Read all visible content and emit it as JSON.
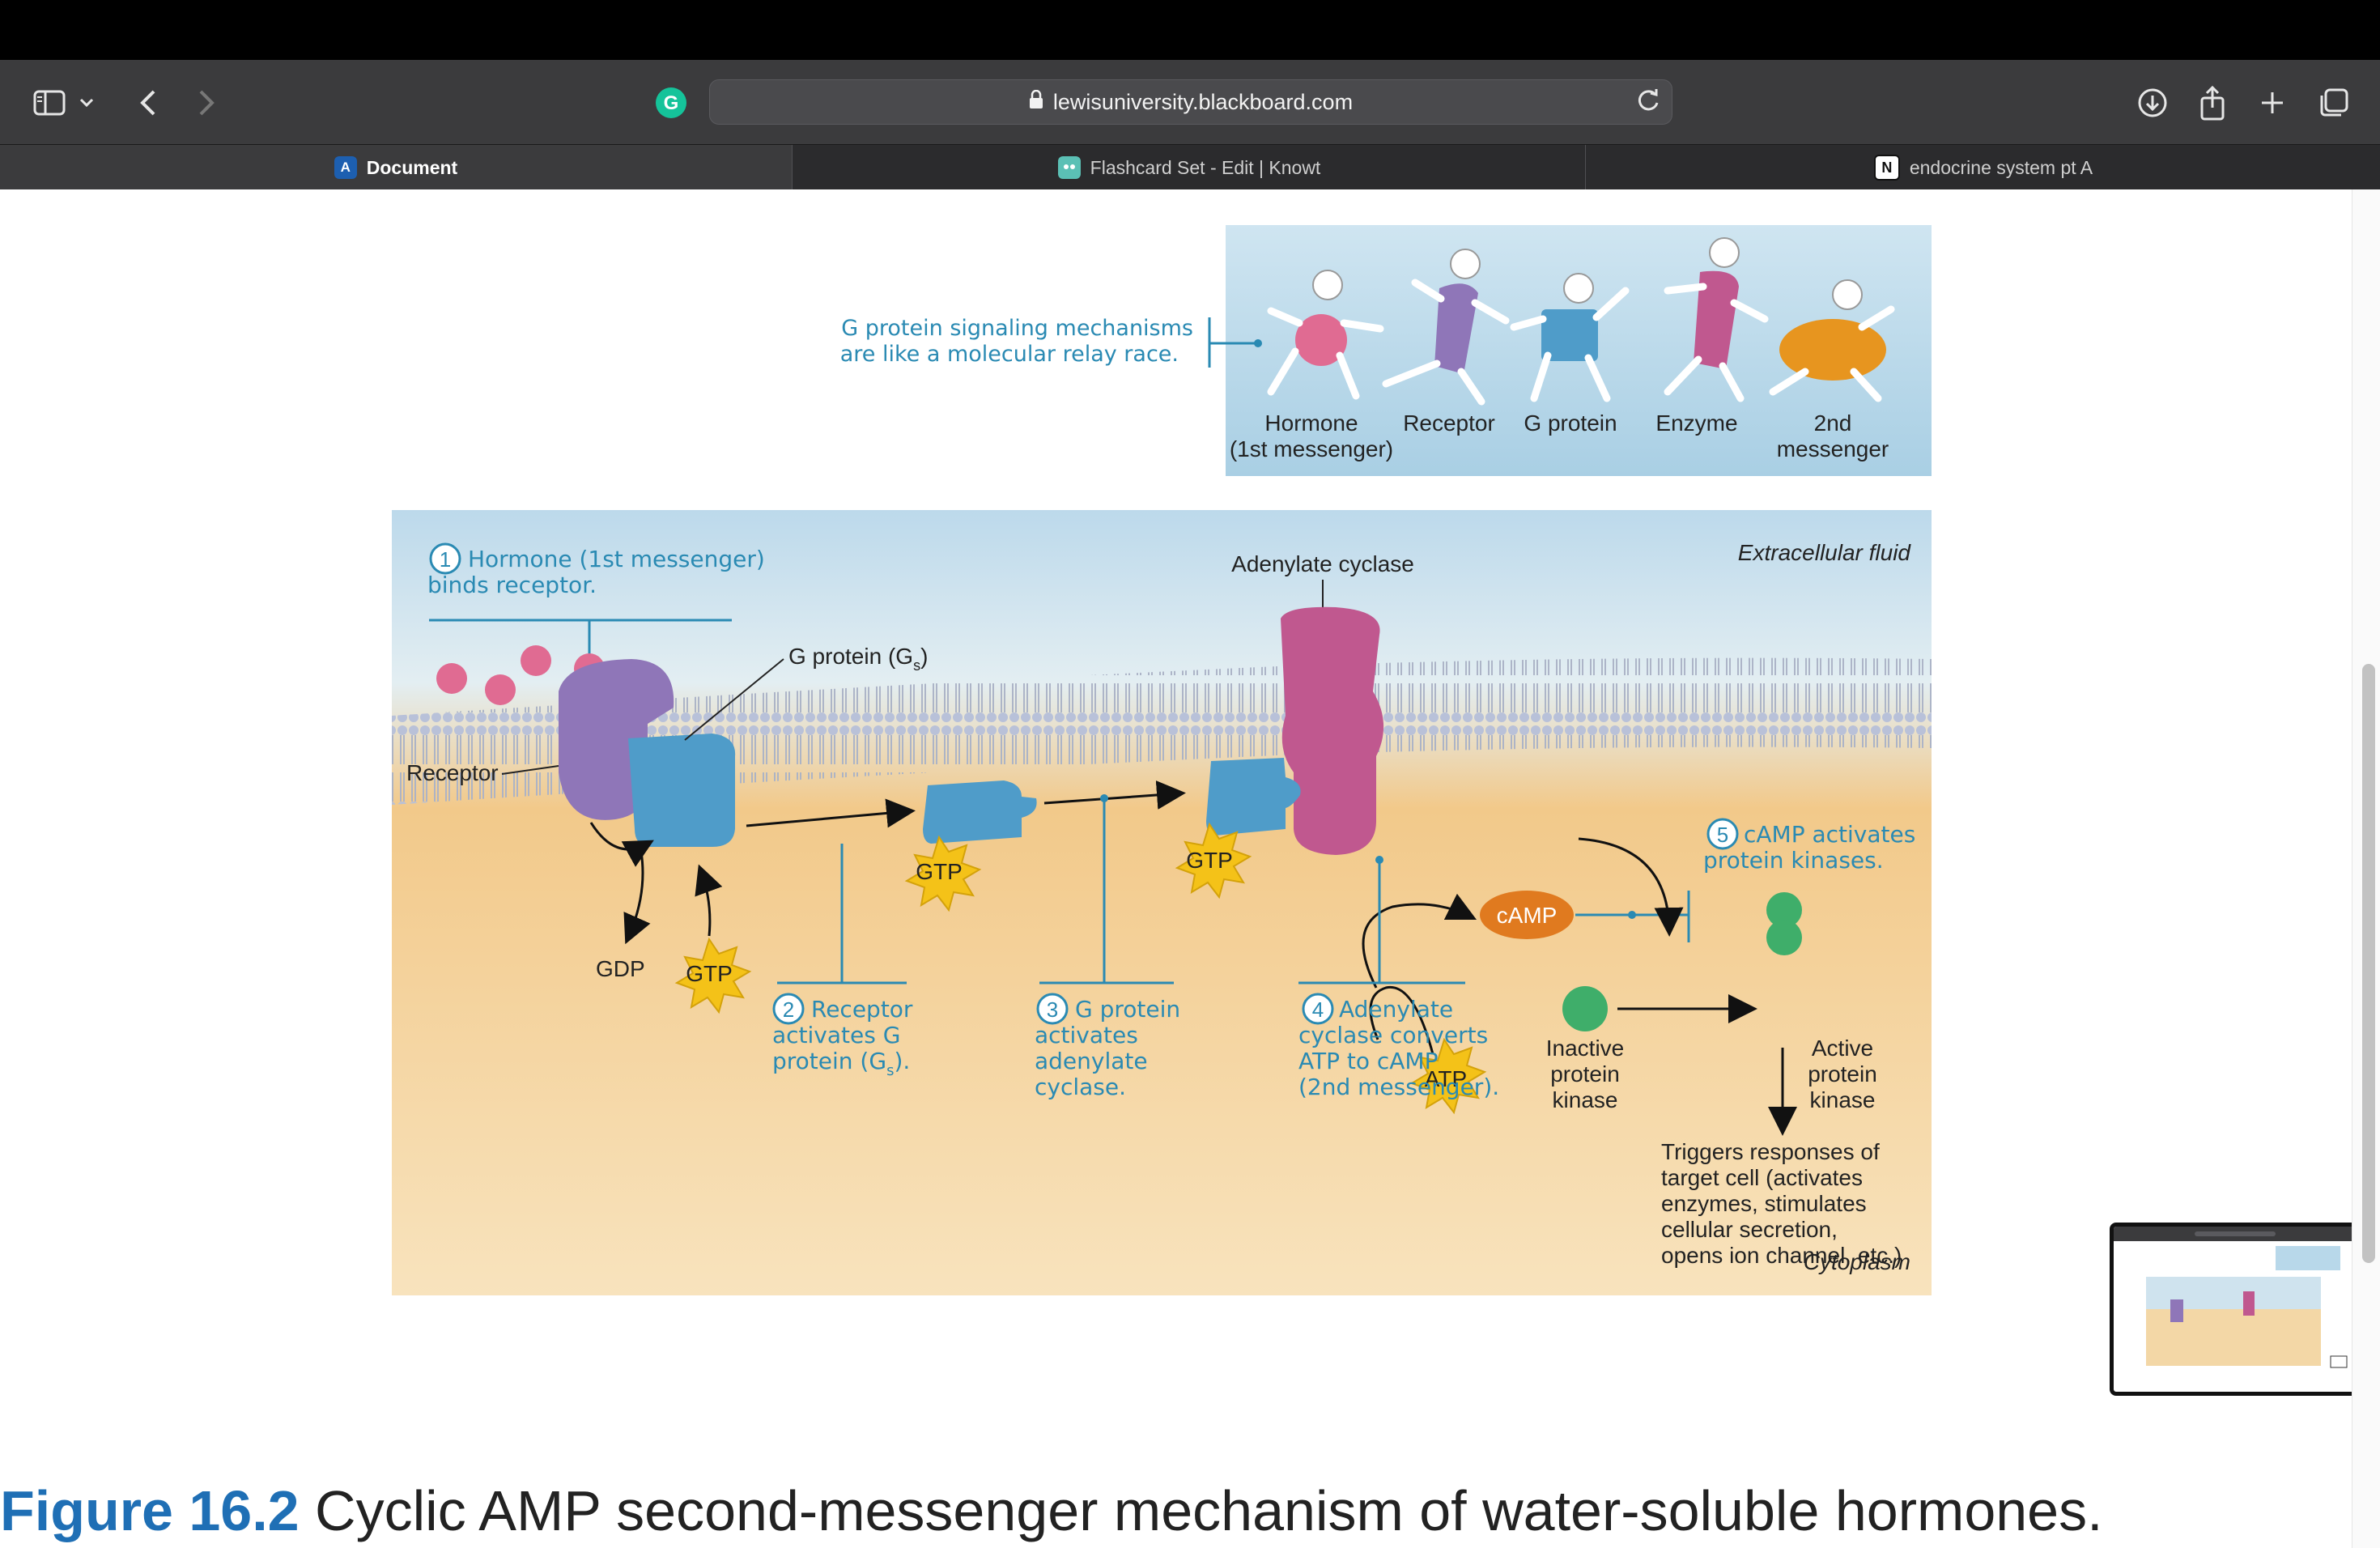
{
  "browser": {
    "url": "lewisuniversity.blackboard.com",
    "tabs": [
      {
        "label": "Document",
        "active": true,
        "favicon": "A"
      },
      {
        "label": "Flashcard Set - Edit | Knowt",
        "active": false,
        "favicon": "knowt-icon"
      },
      {
        "label": "endocrine system pt A",
        "active": false,
        "favicon": "N"
      }
    ]
  },
  "relay": {
    "caption_line1": "G protein signaling mechanisms",
    "caption_line2": "are like a molecular relay race.",
    "labels": [
      {
        "line1": "Hormone",
        "line2": "(1st messenger)"
      },
      {
        "line1": "Receptor",
        "line2": ""
      },
      {
        "line1": "G protein",
        "line2": ""
      },
      {
        "line1": "Enzyme",
        "line2": ""
      },
      {
        "line1": "2nd",
        "line2": "messenger"
      }
    ]
  },
  "diagram": {
    "extracellular": "Extracellular fluid",
    "cytoplasm": "Cytoplasm",
    "adenylate_cyclase": "Adenylate cyclase",
    "g_protein_label": "G protein (G",
    "g_protein_sub": "s",
    "receptor": "Receptor",
    "gdp": "GDP",
    "gtp": "GTP",
    "atp": "ATP",
    "camp": "cAMP",
    "inactive_kinase": [
      "Inactive",
      "protein",
      "kinase"
    ],
    "active_kinase": [
      "Active",
      "protein",
      "kinase"
    ],
    "triggers": [
      "Triggers responses of",
      "target cell (activates",
      "enzymes, stimulates",
      "cellular secretion,",
      "opens ion channel, etc.)"
    ],
    "steps": [
      {
        "num": "1",
        "lines": [
          "Hormone (1st messenger)",
          "binds receptor."
        ]
      },
      {
        "num": "2",
        "lines": [
          "Receptor",
          "activates G",
          "protein (G"
        ],
        "sub": "s",
        "tail": ")."
      },
      {
        "num": "3",
        "lines": [
          "G protein",
          "activates",
          "adenylate",
          "cyclase."
        ]
      },
      {
        "num": "4",
        "lines": [
          "Adenylate",
          "cyclase converts",
          "ATP to cAMP",
          "(2nd messenger)."
        ]
      },
      {
        "num": "5",
        "lines": [
          "cAMP activates",
          "protein kinases."
        ]
      }
    ]
  },
  "caption": {
    "figure_number": "Figure 16.2",
    "text": " Cyclic AMP second-messenger mechanism of water-soluble hormones."
  },
  "colors": {
    "accent_blue": "#2a8ab3",
    "receptor_purple": "#8f76b8",
    "gprotein_blue": "#4f9cc9",
    "cyclase_pink": "#c0588f",
    "camp_orange": "#e07a1f",
    "gtp_yellow": "#f4c218",
    "kinase_green": "#3fae6a"
  }
}
